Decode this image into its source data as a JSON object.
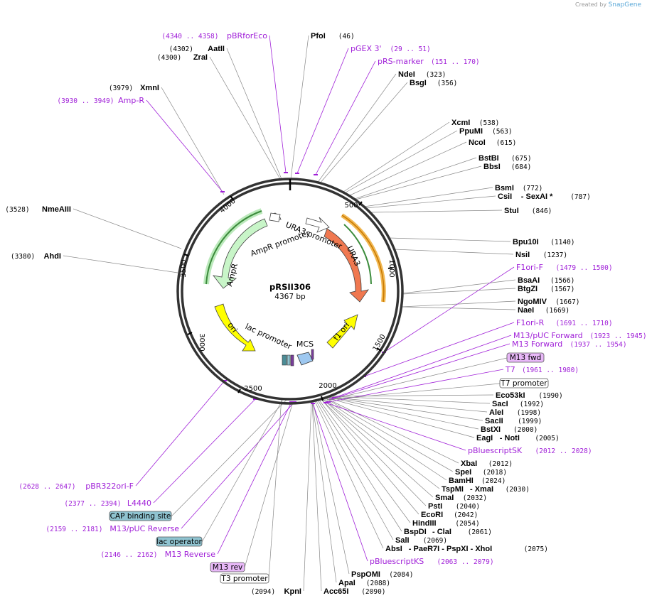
{
  "credit": {
    "prefix": "Created by",
    "brand": "SnapGene"
  },
  "plasmid": {
    "name": "pRSII306",
    "size": "4367 bp"
  },
  "ticks": [
    "500",
    "1000",
    "1500",
    "2000",
    "2500",
    "3000",
    "3500",
    "4000"
  ],
  "sites": [
    {
      "name": "PfoI",
      "pos": "(46)"
    },
    {
      "name": "NdeI",
      "pos": "(323)"
    },
    {
      "name": "BsgI",
      "pos": "(356)"
    },
    {
      "name": "XcmI",
      "pos": "(538)"
    },
    {
      "name": "PpuMI",
      "pos": "(563)"
    },
    {
      "name": "NcoI",
      "pos": "(615)"
    },
    {
      "name": "BstBI",
      "pos": "(675)"
    },
    {
      "name": "BbsI",
      "pos": "(684)"
    },
    {
      "name": "BsmI",
      "pos": "(772)"
    },
    {
      "name": "CsiI",
      "sep": "- SexAI *",
      "pos": "(787)"
    },
    {
      "name": "StuI",
      "pos": "(846)"
    },
    {
      "name": "Bpu10I",
      "pos": "(1140)"
    },
    {
      "name": "NsiI",
      "pos": "(1237)"
    },
    {
      "name": "BsaAI",
      "pos": "(1566)"
    },
    {
      "name": "BtgZI",
      "pos": "(1567)"
    },
    {
      "name": "NgoMIV",
      "pos": "(1667)"
    },
    {
      "name": "NaeI",
      "pos": "(1669)"
    },
    {
      "name": "Eco53kI",
      "pos": "(1990)"
    },
    {
      "name": "SacI",
      "pos": "(1992)"
    },
    {
      "name": "AleI",
      "pos": "(1998)"
    },
    {
      "name": "SacII",
      "pos": "(1999)"
    },
    {
      "name": "BstXI",
      "pos": "(2000)"
    },
    {
      "name": "EagI",
      "sep": "- NotI",
      "pos": "(2005)"
    },
    {
      "name": "XbaI",
      "pos": "(2012)"
    },
    {
      "name": "SpeI",
      "pos": "(2018)"
    },
    {
      "name": "BamHI",
      "pos": "(2024)"
    },
    {
      "name": "TspMI",
      "sep": "- XmaI",
      "pos": "(2030)"
    },
    {
      "name": "SmaI",
      "pos": "(2032)"
    },
    {
      "name": "PstI",
      "pos": "(2040)"
    },
    {
      "name": "EcoRI",
      "pos": "(2042)"
    },
    {
      "name": "HindIII",
      "pos": "(2054)"
    },
    {
      "name": "BspDI",
      "sep": "- ClaI",
      "pos": "(2061)"
    },
    {
      "name": "SalI",
      "pos": "(2069)"
    },
    {
      "name": "AbsI",
      "sep": "- PaeR7I - PspXI - XhoI",
      "pos": "(2075)"
    },
    {
      "name": "PspOMI",
      "pos": "(2084)"
    },
    {
      "name": "ApaI",
      "pos": "(2088)"
    },
    {
      "name": "Acc65I",
      "pos": "(2090)"
    },
    {
      "name": "KpnI",
      "pos": "(2094)"
    },
    {
      "name": "AhdI",
      "pos": "(3380)"
    },
    {
      "name": "NmeAIII",
      "pos": "(3528)"
    },
    {
      "name": "XmnI",
      "pos": "(3979)"
    },
    {
      "name": "ZraI",
      "pos": "(4300)"
    },
    {
      "name": "AatII",
      "pos": "(4302)"
    }
  ],
  "primers": [
    {
      "name": "pBRforEco",
      "range": "(4340 .. 4358)"
    },
    {
      "name": "pGEX 3'",
      "range": "(29 .. 51)"
    },
    {
      "name": "pRS-marker",
      "range": "(151 .. 170)"
    },
    {
      "name": "F1ori-F",
      "range": "(1479 .. 1500)"
    },
    {
      "name": "F1ori-R",
      "range": "(1691 .. 1710)"
    },
    {
      "name": "M13/pUC Forward",
      "range": "(1923 .. 1945)"
    },
    {
      "name": "M13 Forward",
      "range": "(1937 .. 1954)"
    },
    {
      "name": "T7",
      "range": "(1961 .. 1980)"
    },
    {
      "name": "pBluescriptSK",
      "range": "(2012 .. 2028)"
    },
    {
      "name": "pBluescriptKS",
      "range": "(2063 .. 2079)"
    },
    {
      "name": "M13 Reverse",
      "range": "(2146 .. 2162)"
    },
    {
      "name": "M13/pUC Reverse",
      "range": "(2159 .. 2181)"
    },
    {
      "name": "L4440",
      "range": "(2377 .. 2394)"
    },
    {
      "name": "pBR322ori-F",
      "range": "(2628 .. 2647)"
    },
    {
      "name": "Amp-R",
      "range": "(3930 .. 3949)"
    }
  ],
  "boxed": [
    "M13 fwd",
    "T7 promoter",
    "CAP binding site",
    "lac operator",
    "M13 rev",
    "T3 promoter"
  ],
  "features": [
    "URA3 promoter",
    "URA3",
    "f1 ori",
    "MCS",
    "lac promoter",
    "ori",
    "AmpR",
    "AmpR promoter"
  ],
  "colors": {
    "primer": "#a020d8",
    "ura3": "#f07850",
    "ampr": "#c8f5c8",
    "ori": "#ffff00",
    "lacop": "#8fc3d0",
    "mcs": "#9ec8f0",
    "m13box": "#e8b8f8"
  }
}
